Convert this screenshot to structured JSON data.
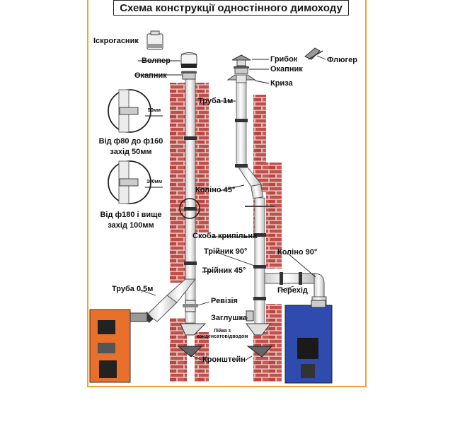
{
  "title": "Схема конструкції одностінного димоходу",
  "labels": {
    "iskrogasnyk": "Іскрогасник",
    "volper": "Волпер",
    "okapnyk_left": "Окапник",
    "hrybok": "Грибок",
    "okapnyk_right": "Окапник",
    "fliuher": "Флюгер",
    "kryza": "Криза",
    "truba_1m": "Труба 1м",
    "detail1_mm": "50мм",
    "detail1_line1": "Від ф80 до ф160",
    "detail1_line2": "захід 50мм",
    "detail2_mm": "100мм",
    "detail2_line1": "Від ф180 і вище",
    "detail2_line2": "захід 100мм",
    "kolino45": "Коліно 45°",
    "skoba": "Скоба крипільна",
    "triinyk90": "Трійник 90°",
    "koleno90": "Коліно 90°",
    "triinyk45": "Трійник 45°",
    "truba05": "Труба 0,5м",
    "perekhid": "Перехід",
    "reviziia": "Ревізія",
    "zahlushka": "Заглушка",
    "liika_line1": "Лійка з",
    "liika_line2": "конденсатовідводом",
    "kronshtein": "Кронштейн"
  },
  "colors": {
    "frame": "#f0a030",
    "brick": "#c0504d",
    "mortar": "#e8c8c0",
    "pipe": "#f2f2f2",
    "boiler_left": "#e8702a",
    "boiler_right": "#2f4bb0"
  }
}
